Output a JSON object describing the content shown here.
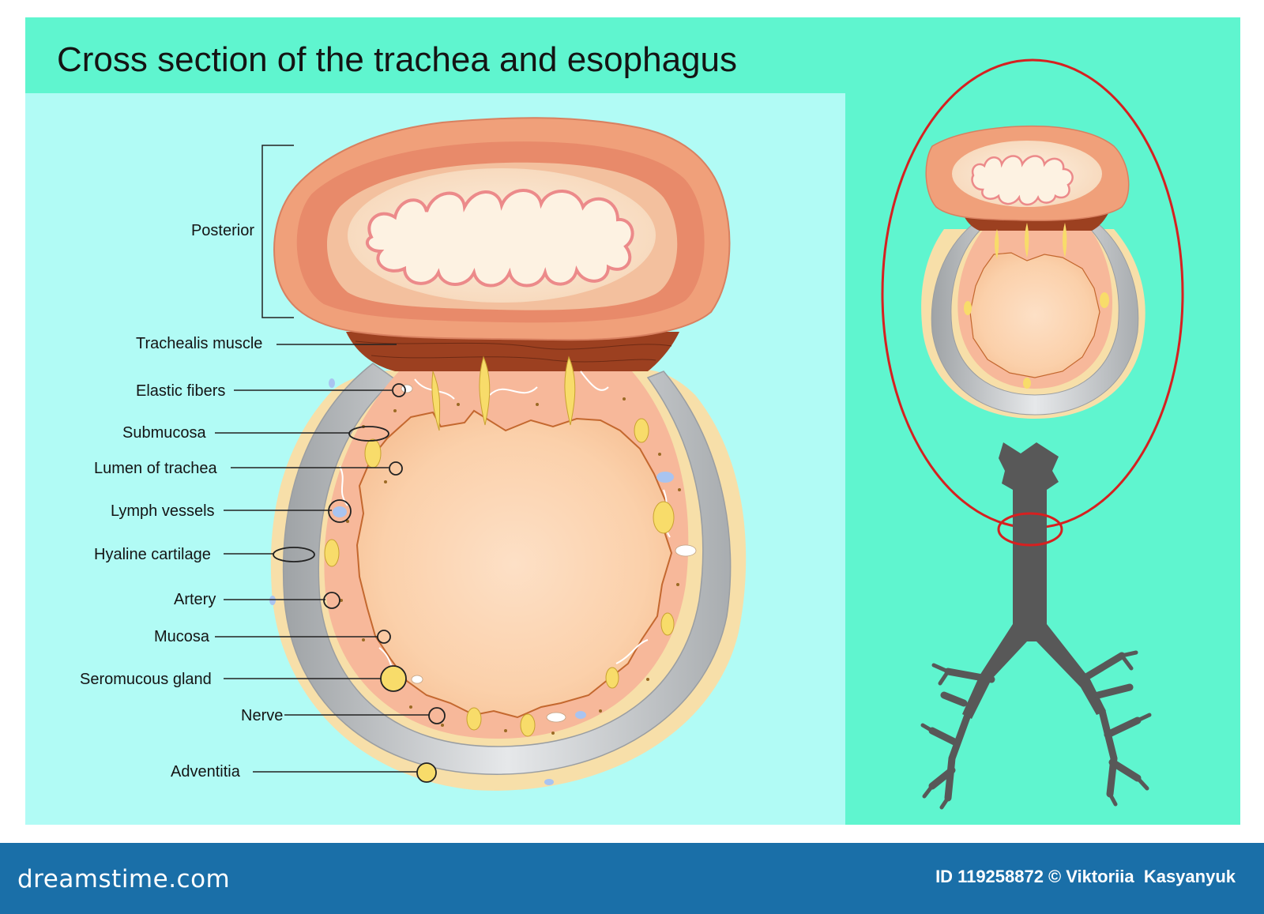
{
  "title": "Cross section of the trachea and esophagus",
  "labels": {
    "posterior": "Posterior",
    "trachealis_muscle": "Trachealis muscle",
    "elastic_fibers": "Elastic fibers",
    "submucosa": "Submucosa",
    "lumen_of_trachea": "Lumen of trachea",
    "lymph_vessels": "Lymph vessels",
    "hyaline_cartilage": "Hyaline cartilage",
    "artery": "Artery",
    "mucosa": "Mucosa",
    "seromucous_gland": "Seromucous gland",
    "nerve": "Nerve",
    "adventitia": "Adventitia"
  },
  "footer": {
    "brand": "dreamstime.com",
    "id_prefix": "ID",
    "id_number": "119258872",
    "copyright_symbol": "©",
    "author": "Viktoriia  Kasyanyuk"
  },
  "colors": {
    "outer_bg": "#5ff5cf",
    "main_panel": "#b1fbf5",
    "footer": "#1a6fa8",
    "highlight_ellipse": "#d62020",
    "bronchial_tree": "#585858"
  }
}
